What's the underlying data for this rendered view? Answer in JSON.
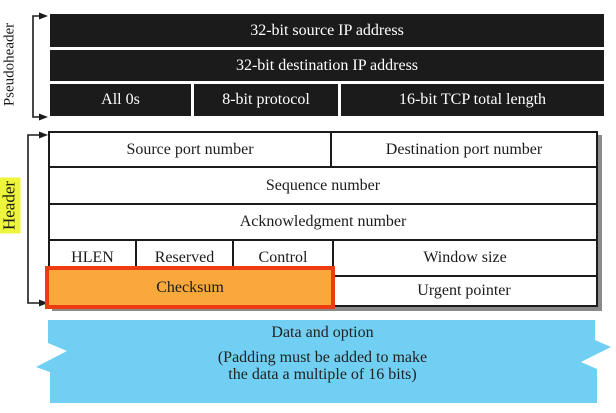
{
  "pseudoheader": {
    "label": "Pseudoheader",
    "source_ip": "32-bit source IP address",
    "dest_ip": "32-bit destination IP address",
    "all_zeros": "All 0s",
    "protocol": "8-bit protocol",
    "tcp_total_length": "16-bit TCP total length"
  },
  "header": {
    "label": "Header",
    "source_port": "Source port number",
    "dest_port": "Destination port number",
    "sequence": "Sequence number",
    "acknowledgment": "Acknowledgment number",
    "hlen": "HLEN",
    "reserved": "Reserved",
    "control": "Control",
    "window_size": "Window size",
    "checksum": "Checksum",
    "urgent_pointer": "Urgent pointer"
  },
  "data_banner": {
    "line1": "Data and option",
    "line2": "(Padding must be added to make",
    "line3": "the data a multiple of 16 bits)"
  },
  "colors": {
    "ink": "#1b1b1b",
    "row_black": "#1b1b1b",
    "checksum_fill": "#f9a83c",
    "checksum_border": "#ee3b12",
    "banner_cyan": "#70cff2",
    "header_highlight": "#edf63b",
    "shadow": "#8a8a8a"
  }
}
